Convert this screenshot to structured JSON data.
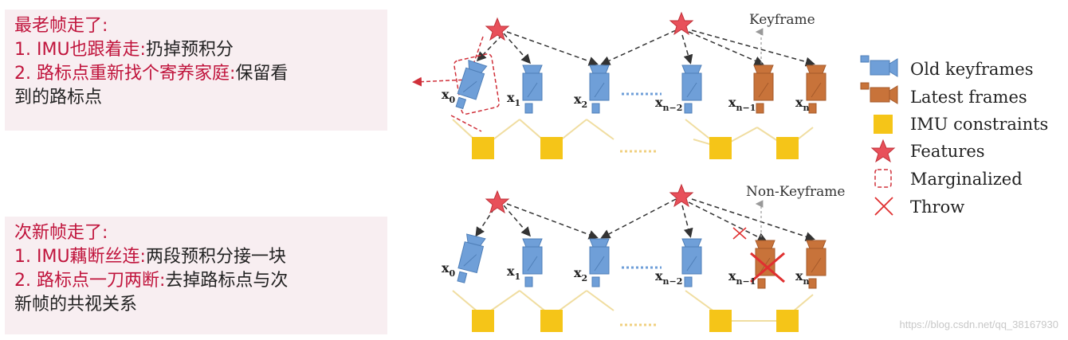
{
  "notes": {
    "top": {
      "title": "最老帧走了:",
      "l1_prefix": "1. IMU也跟着走:",
      "l1_rest": "扔掉预积分",
      "l2_prefix": "2. 路标点重新找个寄养家庭:",
      "l2_rest": "保留看",
      "l3": "到的路标点"
    },
    "bottom": {
      "title": "次新帧走了:",
      "l1_prefix": "1. IMU藕断丝连:",
      "l1_rest": "两段预积分接一块",
      "l2_prefix": "2. 路标点一刀两断:",
      "l2_rest": "去掉路标点与次",
      "l3": "新帧的共视关系"
    }
  },
  "diagram": {
    "top_label": "Keyframe",
    "bottom_label": "Non-Keyframe",
    "frame_labels": {
      "x0": {
        "base": "x",
        "sub": "0"
      },
      "x1": {
        "base": "x",
        "sub": "1"
      },
      "x2": {
        "base": "x",
        "sub": "2"
      },
      "xn2": {
        "base": "x",
        "sub": "n−2"
      },
      "xn1": {
        "base": "x",
        "sub": "n−1"
      },
      "xn": {
        "base": "x",
        "sub": "n"
      }
    }
  },
  "legend": {
    "items": [
      {
        "label": "Old keyframes",
        "icon": "blue-camera-icon"
      },
      {
        "label": "Latest frames",
        "icon": "orange-camera-icon"
      },
      {
        "label": "IMU constraints",
        "icon": "yellow-square-icon"
      },
      {
        "label": "Features",
        "icon": "red-star-icon"
      },
      {
        "label": "Marginalized",
        "icon": "dashed-box-icon"
      },
      {
        "label": "Throw",
        "icon": "red-x-icon"
      }
    ]
  },
  "colors": {
    "old_keyframe": "#6f9fd8",
    "latest_frame": "#c8733a",
    "imu": "#f5c518",
    "feature": "#e8505a",
    "note_bg": "#f8eef1",
    "note_red": "#c0143c"
  },
  "watermark": "https://blog.csdn.net/qq_38167930"
}
